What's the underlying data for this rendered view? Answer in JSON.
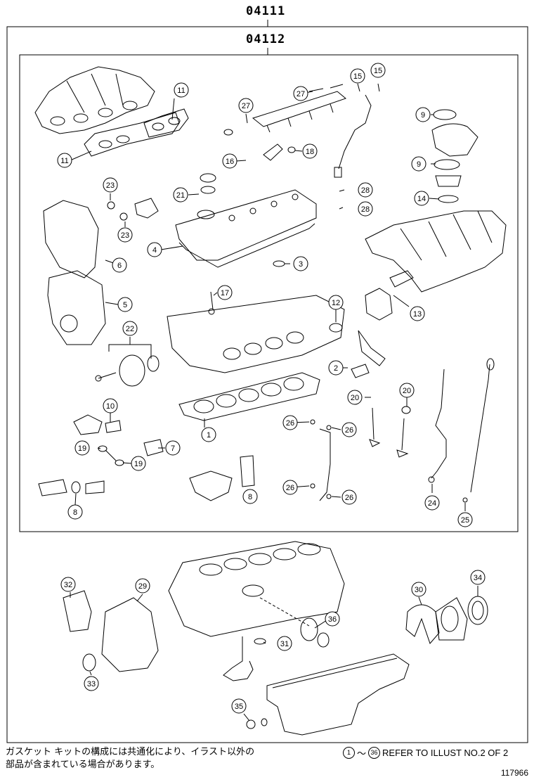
{
  "assembly": {
    "outer_code": "04111",
    "inner_code": "04112"
  },
  "callouts": [
    {
      "n": "1"
    },
    {
      "n": "2"
    },
    {
      "n": "3"
    },
    {
      "n": "4"
    },
    {
      "n": "5"
    },
    {
      "n": "6"
    },
    {
      "n": "7"
    },
    {
      "n": "8"
    },
    {
      "n": "9"
    },
    {
      "n": "10"
    },
    {
      "n": "11"
    },
    {
      "n": "12"
    },
    {
      "n": "13"
    },
    {
      "n": "14"
    },
    {
      "n": "15"
    },
    {
      "n": "16"
    },
    {
      "n": "17"
    },
    {
      "n": "18"
    },
    {
      "n": "19"
    },
    {
      "n": "20"
    },
    {
      "n": "21"
    },
    {
      "n": "22"
    },
    {
      "n": "23"
    },
    {
      "n": "24"
    },
    {
      "n": "25"
    },
    {
      "n": "26"
    },
    {
      "n": "27"
    },
    {
      "n": "28"
    },
    {
      "n": "29"
    },
    {
      "n": "30"
    },
    {
      "n": "31"
    },
    {
      "n": "32"
    },
    {
      "n": "33"
    },
    {
      "n": "34"
    },
    {
      "n": "35"
    },
    {
      "n": "36"
    }
  ],
  "notes": {
    "japanese_line1": "ガスケット キットの構成には共通化により、イラスト以外の",
    "japanese_line2": "部品が含まれている場合があります。",
    "refer_from": "1",
    "refer_tilde": "～",
    "refer_to": "36",
    "refer_text": "REFER TO ILLUST NO.2 OF 2"
  },
  "illustration_code": "117966"
}
